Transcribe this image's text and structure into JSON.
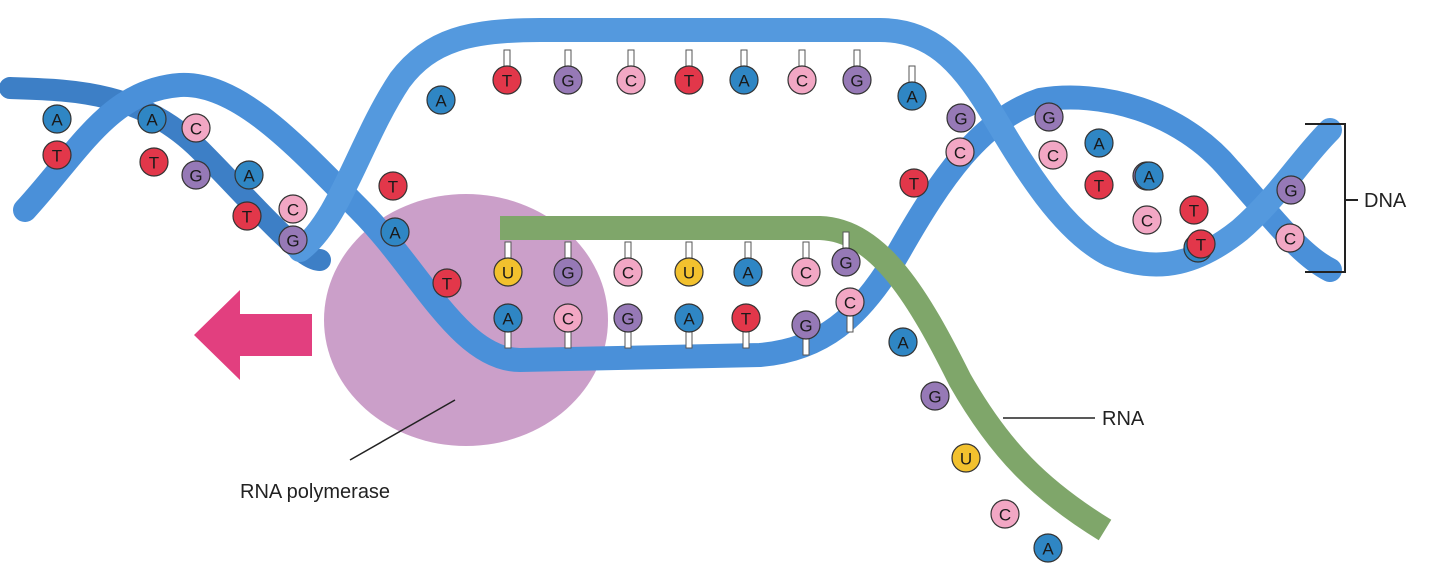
{
  "labels": {
    "dna": "DNA",
    "rna": "RNA",
    "polymerase": "RNA polymerase"
  },
  "colors": {
    "T": "#e2374a",
    "A": "#2f86c4",
    "G": "#9679b6",
    "C": "#f2a7c4",
    "U": "#f2c12e",
    "dna_strand": "#4a90d9",
    "rna_strand": "#7fa66a",
    "polymerase": "#b57bb0",
    "arrow": "#e23f7f"
  },
  "top_strand_bases": [
    "T",
    "G",
    "C",
    "T",
    "A",
    "C",
    "G",
    "A"
  ],
  "rna_paired_bases": [
    "U",
    "G",
    "C",
    "U",
    "A",
    "C",
    "G"
  ],
  "template_bases": [
    "A",
    "C",
    "G",
    "A",
    "T",
    "G",
    "C"
  ],
  "rna_tail_bases": [
    "A",
    "G",
    "U",
    "C",
    "A"
  ],
  "left_helix_bases": [
    "A",
    "T",
    "A",
    "T",
    "C",
    "G",
    "A",
    "T",
    "C",
    "G"
  ],
  "right_helix_bases": [
    "A",
    "T",
    "G",
    "C",
    "T",
    "A",
    "A",
    "T",
    "G",
    "C"
  ],
  "bubble_side_bases": [
    "A",
    "T",
    "A",
    "T",
    "G",
    "C",
    "T",
    "G",
    "C"
  ]
}
